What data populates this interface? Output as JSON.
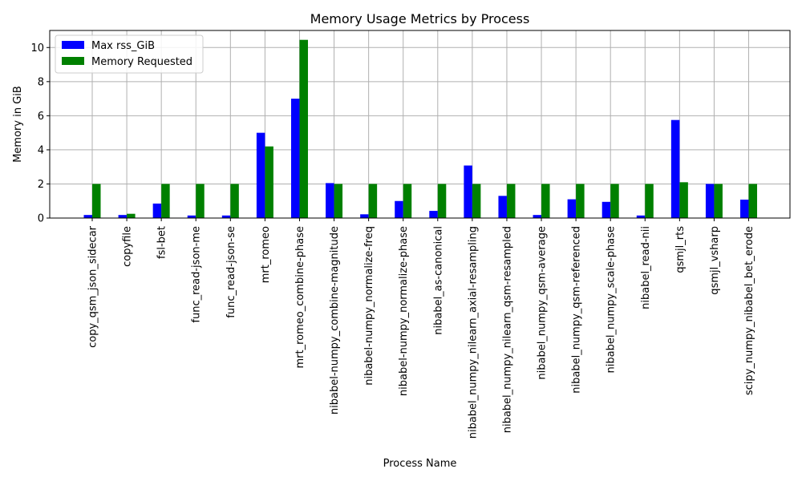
{
  "chart_data": {
    "type": "bar",
    "title": "Memory Usage Metrics by Process",
    "xlabel": "Process Name",
    "ylabel": "Memory in GiB",
    "ylim": [
      0,
      11
    ],
    "yticks": [
      0,
      2,
      4,
      6,
      8,
      10
    ],
    "grid": true,
    "legend_position": "top-left",
    "categories": [
      "copy_qsm_json_sidecar",
      "copyfile",
      "fsl-bet",
      "func_read-json-me",
      "func_read-json-se",
      "mrt_romeo",
      "mrt_romeo_combine-phase",
      "nibabel-numpy_combine-magnitude",
      "nibabel-numpy_normalize-freq",
      "nibabel-numpy_normalize-phase",
      "nibabel_as-canonical",
      "nibabel_numpy_nilearn_axial-resampling",
      "nibabel_numpy_nilearn_qsm-resampled",
      "nibabel_numpy_qsm-average",
      "nibabel_numpy_qsm-referenced",
      "nibabel_numpy_scale-phase",
      "nibabel_read-nii",
      "qsmjl_rts",
      "qsmjl_vsharp",
      "scipy_numpy_nibabel_bet_erode"
    ],
    "series": [
      {
        "name": "Max rss_GiB",
        "color": "#0000ff",
        "values": [
          0.18,
          0.18,
          0.85,
          0.15,
          0.15,
          5.0,
          7.0,
          2.05,
          0.22,
          1.0,
          0.42,
          3.08,
          1.3,
          0.18,
          1.1,
          0.95,
          0.15,
          5.75,
          2.0,
          1.08
        ]
      },
      {
        "name": "Memory Requested",
        "color": "#008000",
        "values": [
          2.0,
          0.25,
          2.0,
          2.0,
          2.0,
          4.2,
          10.45,
          2.0,
          2.0,
          2.0,
          2.0,
          2.0,
          2.0,
          2.0,
          2.0,
          2.0,
          2.0,
          2.1,
          2.0,
          2.0
        ]
      }
    ]
  }
}
